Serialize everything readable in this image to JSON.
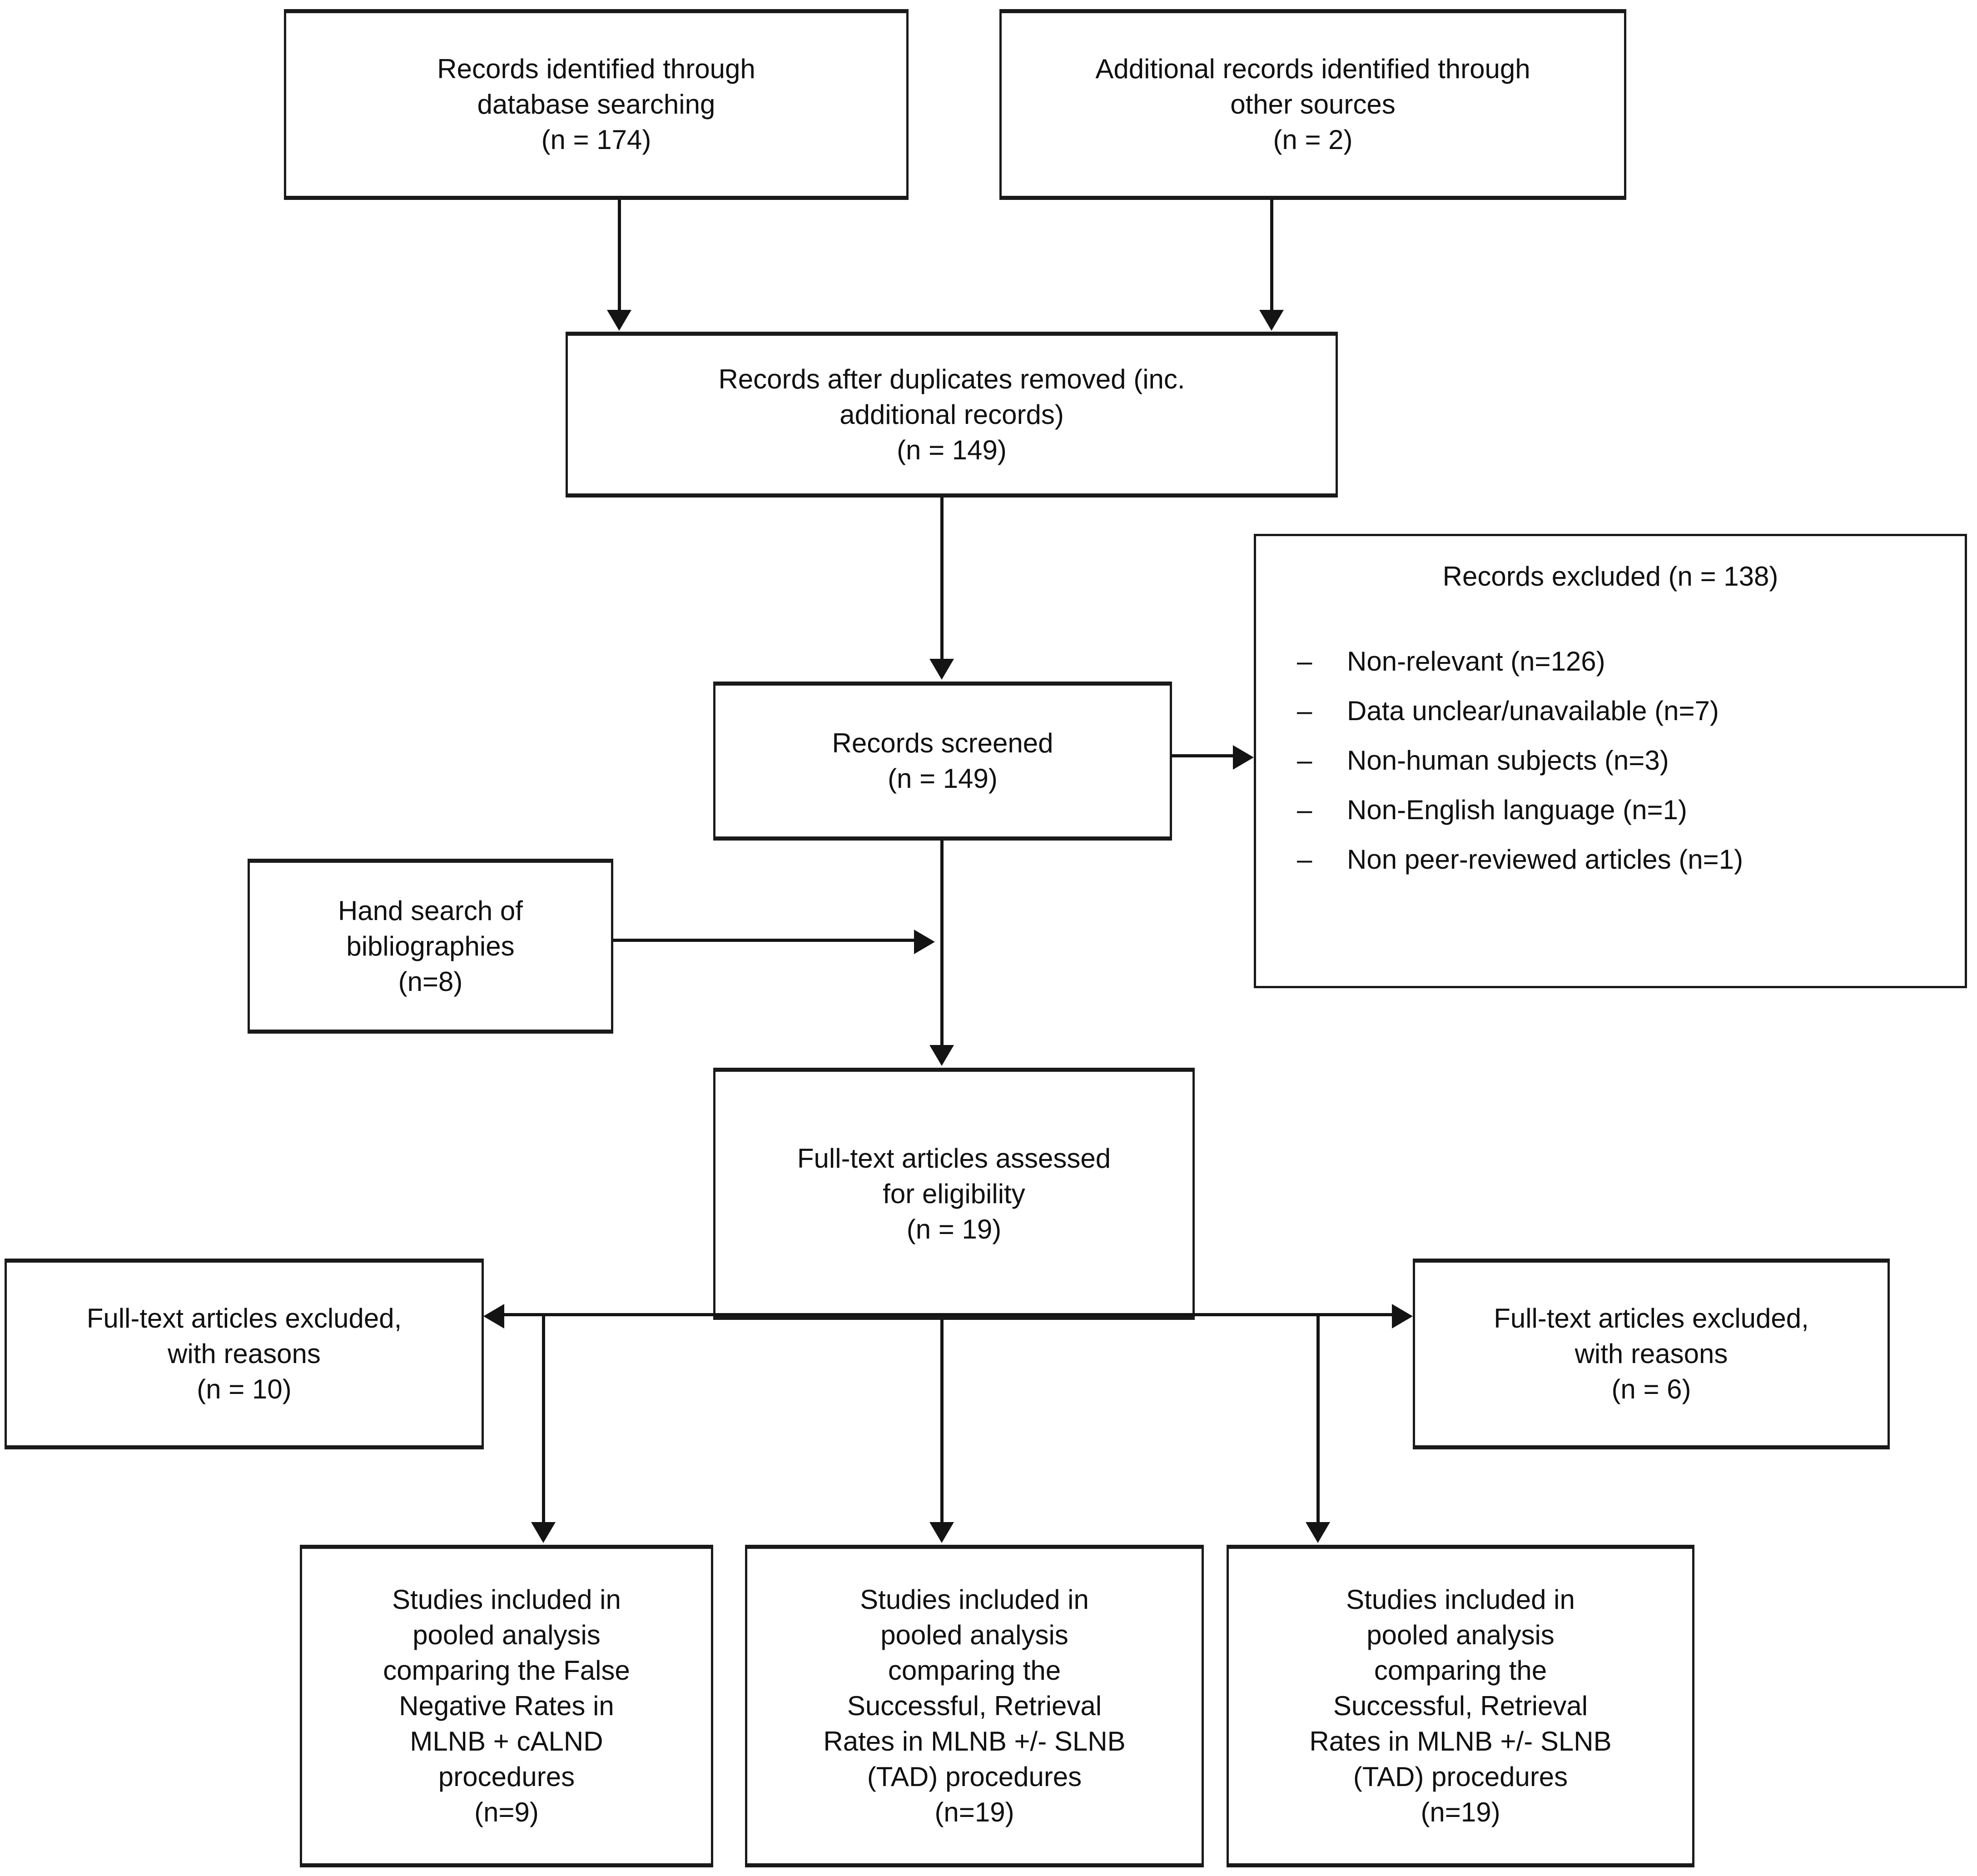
{
  "diagram": {
    "type": "prisma-flow-diagram",
    "nodes": {
      "identified_db": "Records identified through\ndatabase searching\n(n = 174)",
      "identified_other": "Additional records identified through\nother sources\n(n = 2)",
      "after_duplicates": "Records after duplicates removed (inc.\nadditional records)\n(n = 149)",
      "screened": "Records screened\n(n = 149)",
      "hand_search": "Hand search of\nbibliographies\n(n=8)",
      "fulltext_assessed": "Full-text articles assessed\nfor eligibility\n(n = 19)",
      "excluded_left": "Full-text articles excluded,\nwith reasons\n(n = 10)",
      "excluded_right": "Full-text articles excluded,\nwith reasons\n(n = 6)",
      "included_fnr": "Studies included in\npooled analysis\ncomparing the False\nNegative Rates in\nMLNB + cALND\nprocedures\n(n=9)",
      "included_srr_mid": "Studies included in\npooled analysis\ncomparing the\nSuccessful, Retrieval\nRates in MLNB +/- SLNB\n(TAD) procedures\n(n=19)",
      "included_srr_right": "Studies included in\npooled analysis\ncomparing the\nSuccessful, Retrieval\nRates in MLNB +/- SLNB\n(TAD) procedures\n(n=19)"
    },
    "records_excluded": {
      "heading": "Records excluded\n(n = 138)",
      "dash": "–",
      "reasons": [
        "Non-relevant (n=126)",
        "Data unclear/unavailable (n=7)",
        "Non-human subjects (n=3)",
        "Non-English language (n=1)",
        "Non peer-reviewed articles (n=1)"
      ]
    },
    "counts": {
      "identified_database_searching": 174,
      "identified_other_sources": 2,
      "after_duplicates_removed": 149,
      "records_screened": 149,
      "records_excluded_total": 138,
      "excluded_non_relevant": 126,
      "excluded_data_unclear": 7,
      "excluded_non_human": 3,
      "excluded_non_english": 1,
      "excluded_non_peer_reviewed": 1,
      "hand_search_bibliographies": 8,
      "fulltext_assessed": 19,
      "fulltext_excluded_left": 10,
      "fulltext_excluded_right": 6,
      "included_false_negative_rates": 9,
      "included_successful_retrieval_mid": 19,
      "included_successful_retrieval_right": 19
    },
    "colors": {
      "border": "#1a1a1a",
      "connector": "#141414",
      "text": "#101010",
      "background": "#ffffff"
    }
  }
}
